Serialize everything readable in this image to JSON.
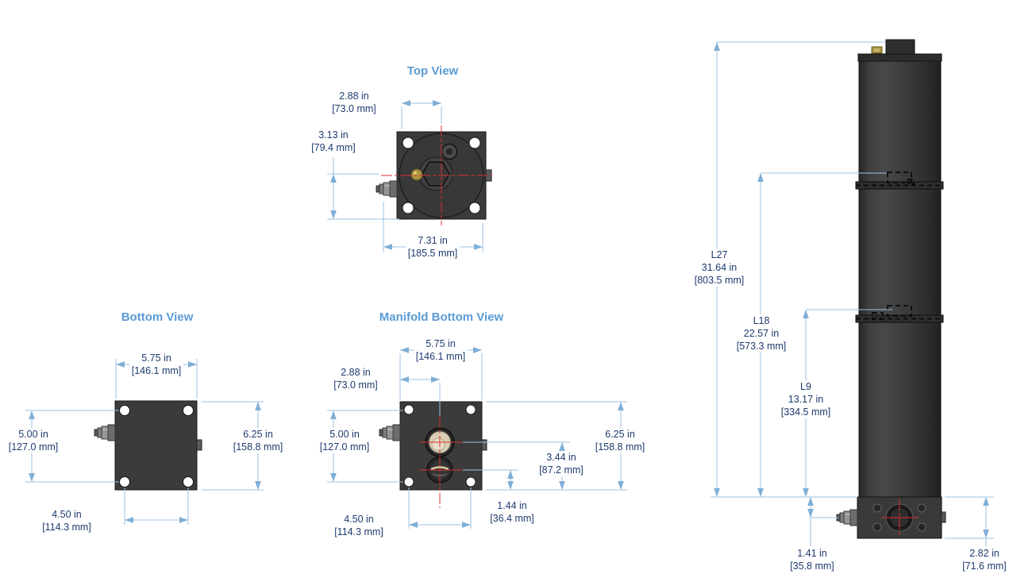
{
  "titles": {
    "top_view": "Top View",
    "bottom_view": "Bottom View",
    "manifold_bottom_view": "Manifold Bottom View"
  },
  "top_view": {
    "dims": {
      "center_offset": {
        "in": "2.88 in",
        "mm": "[73.0 mm]"
      },
      "center_height": {
        "in": "3.13 in",
        "mm": "[79.4 mm]"
      },
      "overall_width": {
        "in": "7.31 in",
        "mm": "[185.5 mm]"
      }
    }
  },
  "bottom_view": {
    "dims": {
      "plate_width": {
        "in": "5.75 in",
        "mm": "[146.1 mm]"
      },
      "hole_spacing_v": {
        "in": "5.00 in",
        "mm": "[127.0 mm]"
      },
      "plate_height": {
        "in": "6.25 in",
        "mm": "[158.8 mm]"
      },
      "hole_spacing_h": {
        "in": "4.50 in",
        "mm": "[114.3 mm]"
      }
    }
  },
  "manifold_bottom_view": {
    "dims": {
      "plate_width": {
        "in": "5.75 in",
        "mm": "[146.1 mm]"
      },
      "center_offset": {
        "in": "2.88 in",
        "mm": "[73.0 mm]"
      },
      "hole_spacing_v": {
        "in": "5.00 in",
        "mm": "[127.0 mm]"
      },
      "plate_height": {
        "in": "6.25 in",
        "mm": "[158.8 mm]"
      },
      "upper_port_offset": {
        "in": "3.44 in",
        "mm": "[87.2 mm]"
      },
      "lower_port_offset": {
        "in": "1.44 in",
        "mm": "[36.4 mm]"
      },
      "hole_spacing_h": {
        "in": "4.50 in",
        "mm": "[114.3 mm]"
      }
    }
  },
  "side_view": {
    "dims": {
      "L27": {
        "label": "L27",
        "in": "31.64 in",
        "mm": "[803.5 mm]"
      },
      "L18": {
        "label": "L18",
        "in": "22.57 in",
        "mm": "[573.3 mm]"
      },
      "L9": {
        "label": "L9",
        "in": "13.17 in",
        "mm": "[334.5 mm]"
      },
      "port_center_height": {
        "in": "1.41 in",
        "mm": "[35.8 mm]"
      },
      "manifold_height": {
        "in": "2.82 in",
        "mm": "[71.6 mm]"
      }
    }
  },
  "colors": {
    "title_blue": "#5b9bd5",
    "dim_text_navy": "#1e3a6e",
    "dim_line_blue": "#9cc2e5",
    "body_dark_gray": "#3a3a3a",
    "centerline_red": "#dd3030",
    "brass": "#a8943f",
    "port_plug_ivory": "#d8cdb4"
  }
}
